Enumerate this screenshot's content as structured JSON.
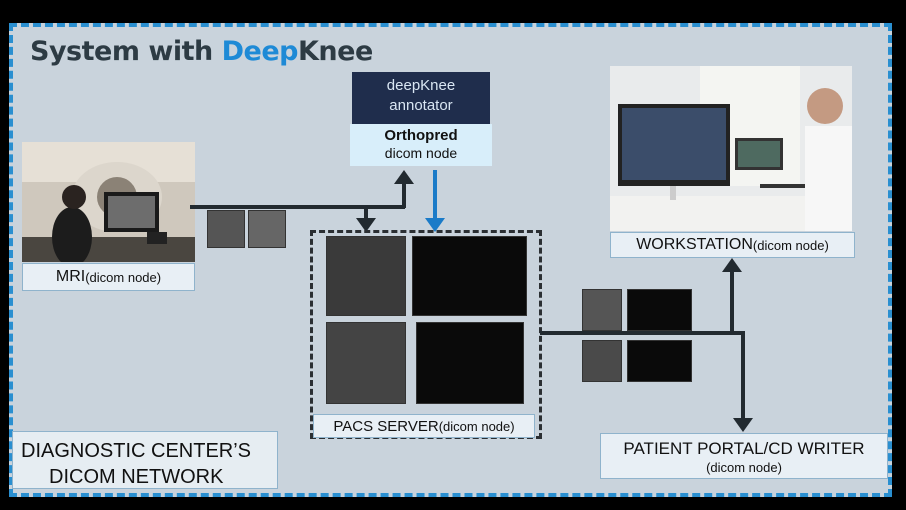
{
  "title": {
    "part1": "System with ",
    "part2": "Deep",
    "part3": "Knee"
  },
  "annotator": {
    "line1": "deepKnee",
    "line2": "annotator",
    "name": "Orthopred",
    "sub": "dicom node"
  },
  "mri": {
    "label": "MRI",
    "sub": "(dicom node)"
  },
  "pacs": {
    "label": "PACS SERVER",
    "sub": "(dicom node)"
  },
  "workstation": {
    "label": "WORKSTATION",
    "sub": "(dicom node)"
  },
  "portal": {
    "label": "PATIENT PORTAL/CD WRITER",
    "sub": "(dicom  node)"
  },
  "network": {
    "line1": "DIAGNOSTIC CENTER’S",
    "line2": "DICOM NETWORK"
  }
}
